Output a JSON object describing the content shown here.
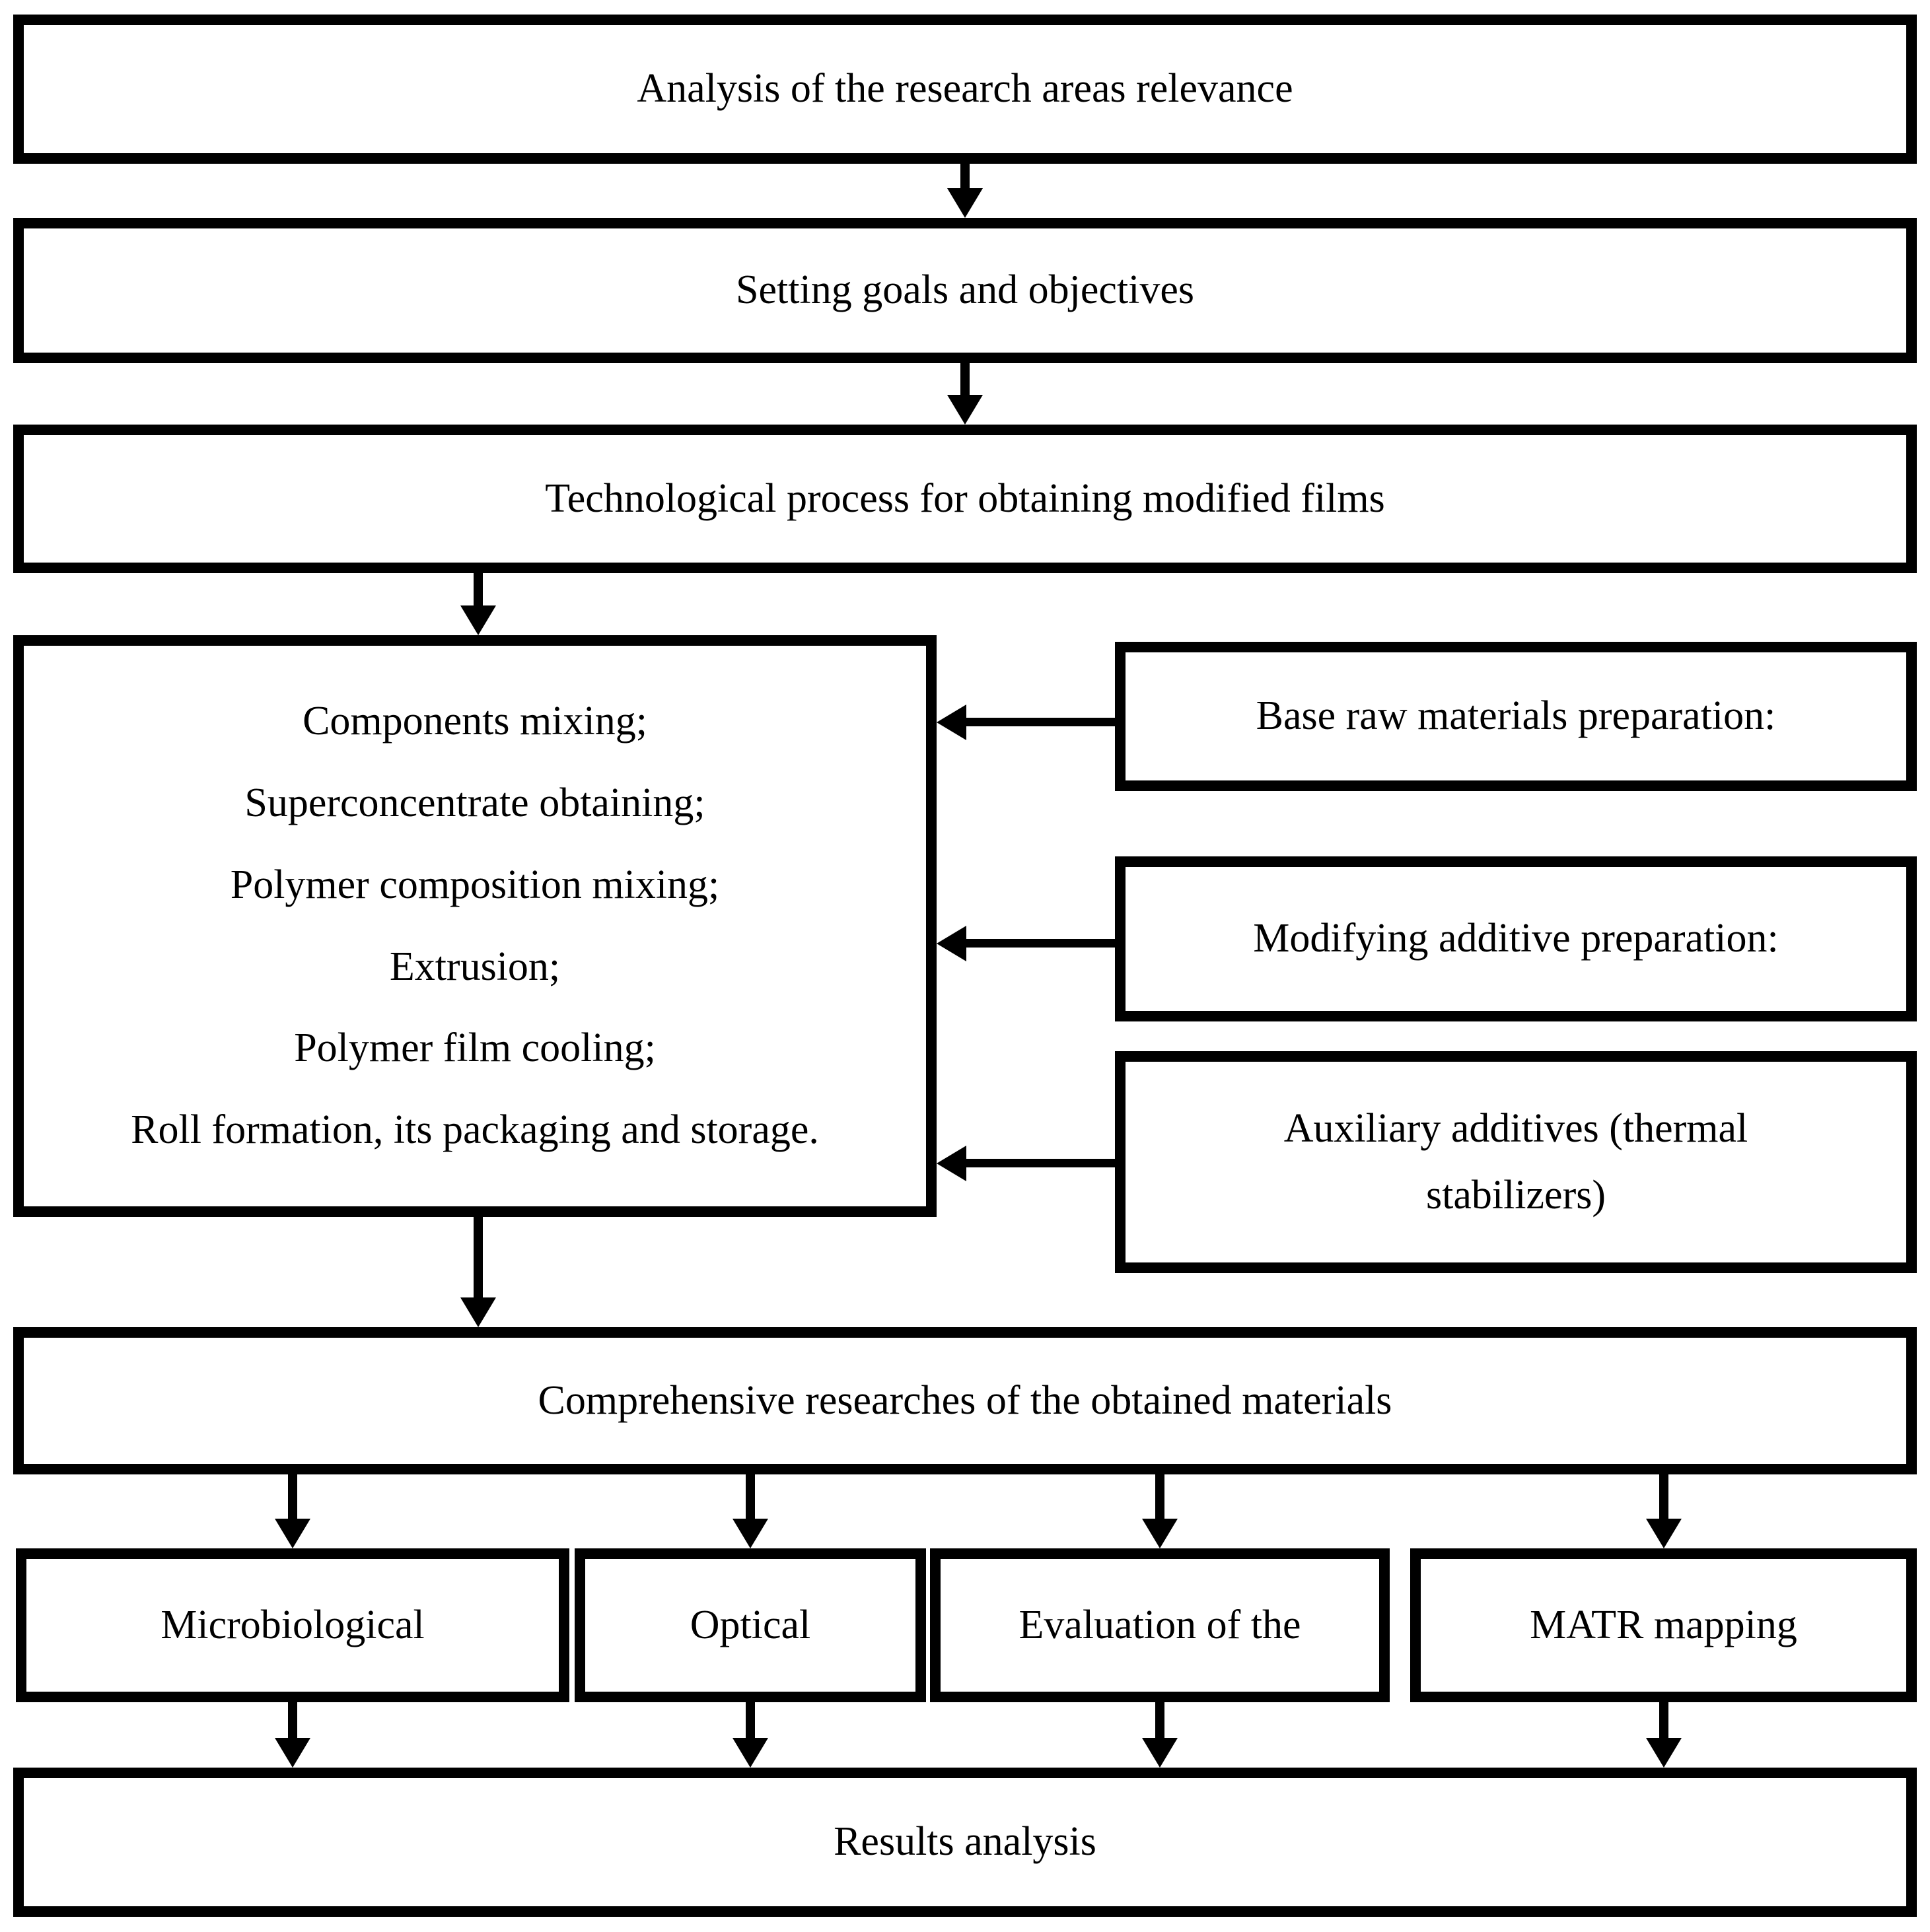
{
  "flowchart": {
    "title": "Research methodology flowchart",
    "colors": {
      "border": "#000000",
      "background": "#ffffff",
      "text": "#000000"
    },
    "nodes": {
      "analysis": {
        "label": "Analysis of the research areas relevance"
      },
      "goals": {
        "label": "Setting goals and objectives"
      },
      "process": {
        "label": "Technological process for obtaining modified films"
      },
      "steps": {
        "lines": [
          "Components mixing;",
          "Superconcentrate obtaining;",
          "Polymer composition mixing;",
          "Extrusion;",
          "Polymer film cooling;",
          "Roll formation, its packaging and storage."
        ]
      },
      "base_raw": {
        "label": "Base raw materials preparation:"
      },
      "modifying": {
        "label": "Modifying additive preparation:"
      },
      "auxiliary": {
        "line1": "Auxiliary additives (thermal",
        "line2": "stabilizers)"
      },
      "comprehensive": {
        "label": "Comprehensive researches of the obtained materials"
      },
      "microbiological": {
        "label": "Microbiological"
      },
      "optical": {
        "label": "Optical"
      },
      "evaluation": {
        "label": "Evaluation of the"
      },
      "matr": {
        "label": "MATR mapping"
      },
      "results": {
        "label": "Results analysis"
      }
    },
    "edges": [
      "analysis -> goals",
      "goals -> process",
      "process -> steps",
      "base_raw -> steps",
      "modifying -> steps",
      "auxiliary -> steps",
      "steps -> comprehensive",
      "comprehensive -> microbiological",
      "comprehensive -> optical",
      "comprehensive -> evaluation",
      "comprehensive -> matr",
      "microbiological -> results",
      "optical -> results",
      "evaluation -> results",
      "matr -> results"
    ]
  }
}
